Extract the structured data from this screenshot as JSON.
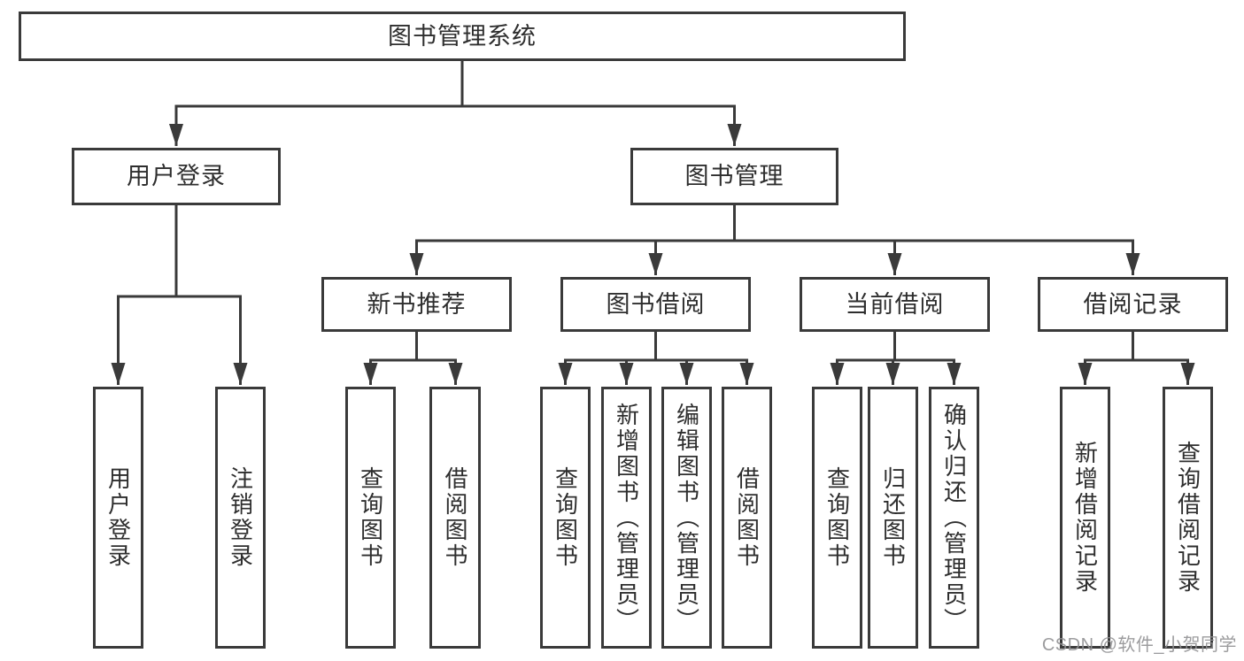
{
  "diagram_type": "hierarchy-tree",
  "tree": {
    "label": "图书管理系统",
    "children": [
      {
        "label": "用户登录",
        "children": [
          {
            "label": "用户登录"
          },
          {
            "label": "注销登录"
          }
        ]
      },
      {
        "label": "图书管理",
        "children": [
          {
            "label": "新书推荐",
            "children": [
              {
                "label": "查询图书"
              },
              {
                "label": "借阅图书"
              }
            ]
          },
          {
            "label": "图书借阅",
            "children": [
              {
                "label": "查询图书"
              },
              {
                "label": "新增图书（管理员）"
              },
              {
                "label": "编辑图书（管理员）"
              },
              {
                "label": "借阅图书"
              }
            ]
          },
          {
            "label": "当前借阅",
            "children": [
              {
                "label": "查询图书"
              },
              {
                "label": "归还图书"
              },
              {
                "label": "确认归还（管理员）"
              }
            ]
          },
          {
            "label": "借阅记录",
            "children": [
              {
                "label": "新增借阅记录"
              },
              {
                "label": "查询借阅记录"
              }
            ]
          }
        ]
      }
    ]
  },
  "watermark": "CSDN @软件_小贺同学",
  "colors": {
    "line": "#3a3a3a",
    "box_border": "#3a3a3a",
    "box_fill": "#ffffff",
    "text": "#2e2e2e",
    "watermark": "#919194",
    "background": "#ffffff"
  }
}
